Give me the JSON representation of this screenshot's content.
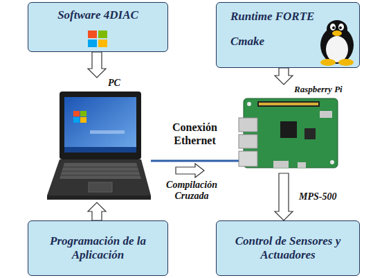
{
  "diagram": {
    "nodes": [
      {
        "text": [
          "Software 4DIAC"
        ]
      },
      {
        "text": [
          "Runtime FORTE",
          "Cmake"
        ]
      },
      {
        "text": [
          "PC"
        ]
      },
      {
        "text": [
          "Raspberry Pi"
        ]
      },
      {
        "text": [
          "Programación de la Aplicación"
        ]
      },
      {
        "text": [
          "Control de Sensores y Actuadores"
        ]
      }
    ],
    "edges": [
      {
        "from": 0,
        "to": 2,
        "arrow": "to"
      },
      {
        "from": 1,
        "to": 3,
        "arrow": "to"
      },
      {
        "from": 2,
        "to": 3,
        "label": "Conexión Ethernet",
        "arrow": "none"
      },
      {
        "from": 4,
        "to": 2,
        "arrow": "to"
      },
      {
        "from": 3,
        "to": 5,
        "label": "MPS-500",
        "arrow": "to"
      }
    ],
    "labels": [
      "Compilación Cruzada"
    ]
  }
}
